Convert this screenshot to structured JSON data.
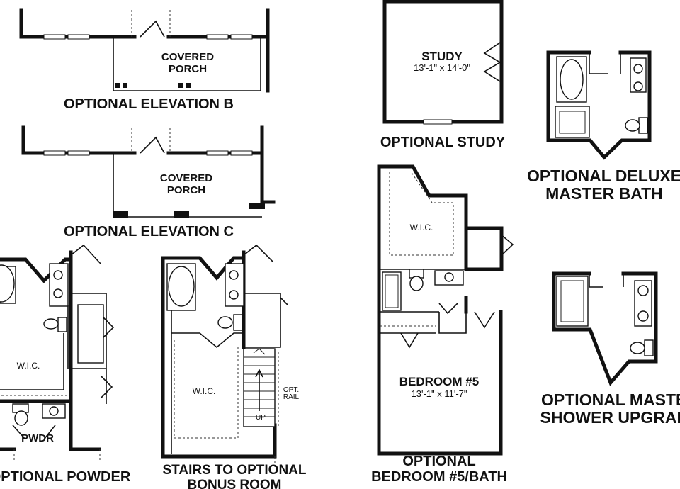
{
  "labels": {
    "porch_b": "COVERED\nPORCH",
    "elev_b": "OPTIONAL ELEVATION B",
    "porch_c": "COVERED\nPORCH",
    "elev_c": "OPTIONAL ELEVATION C",
    "study_name": "STUDY",
    "study_dim": "13'-1\" x 14'-0\"",
    "opt_study": "OPTIONAL STUDY",
    "deluxe_bath": "OPTIONAL DELUXE\nMASTER BATH",
    "wic_bed": "W.I.C.",
    "bedroom5_name": "BEDROOM #5",
    "bedroom5_dim": "13'-1\" x 11'-7\"",
    "opt_bedroom5": "OPTIONAL\nBEDROOM #5/BATH",
    "shower_upgrade": "OPTIONAL MASTER\nSHOWER UPGRADE",
    "wic_powder": "W.I.C.",
    "pwdr": "PWDR",
    "opt_powder": "OPTIONAL POWDER",
    "wic_stairs": "W.I.C.",
    "opt_rail": "OPT.\nRAIL",
    "up": "UP",
    "stairs_caption": "STAIRS TO OPTIONAL\nBONUS ROOM"
  }
}
